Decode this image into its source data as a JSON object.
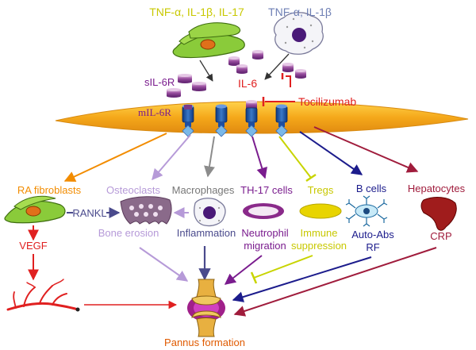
{
  "colors": {
    "cytokine_yellow": "#c8c800",
    "cytokine_blue": "#6e7fb4",
    "il6_red": "#e02020",
    "tocilizumab_red": "#e02020",
    "receptor_blue": "#1f4fa0",
    "membrane_orange": "#f2a21a",
    "orange": "#f28c00",
    "lilac": "#b69ad8",
    "gray": "#8c8c8c",
    "purple": "#7a1c8e",
    "yellow_green": "#c8d400",
    "navy": "#1c1c8c",
    "crimson": "#a01c3c",
    "red": "#e02020",
    "slate": "#4a4a8c"
  },
  "labels": {
    "top_left_cytokines": "TNF-α, IL-1β, IL-17",
    "top_right_cytokines": "TNF-α, IL-1β",
    "sil6r": "sIL-6R",
    "il6": "IL-6",
    "mil6r": "mIL-6R",
    "tocilizumab": "Tocilizumab",
    "ra_fibroblasts": "RA fibroblasts",
    "osteoclasts": "Osteoclasts",
    "macrophages": "Macrophages",
    "th17": "TH-17 cells",
    "tregs": "Tregs",
    "b_cells": "B cells",
    "hepatocytes": "Hepatocytes",
    "rankl": "RANKL",
    "vegf": "VEGF",
    "bone_erosion": "Bone erosion",
    "inflammation": "Inflammation",
    "neutrophil": "Neutrophil",
    "migration": "migration",
    "immune": "Immune",
    "suppression": "suppression",
    "auto_abs": "Auto-Abs",
    "rf": "RF",
    "crp": "CRP",
    "pannus": "Pannus formation"
  },
  "icons": {
    "fibroblast_top": "fibroblast-cell-icon",
    "macrophage_top": "macrophage-cell-icon",
    "il6_molecules": "il6-molecule-icon",
    "receptors": "membrane-receptor-icon",
    "osteoclast": "osteoclast-icon",
    "th17": "th17-cell-icon",
    "treg": "treg-cell-icon",
    "b_cell": "b-cell-icon",
    "liver": "liver-icon",
    "vessels": "blood-vessel-icon",
    "joint": "joint-icon"
  }
}
